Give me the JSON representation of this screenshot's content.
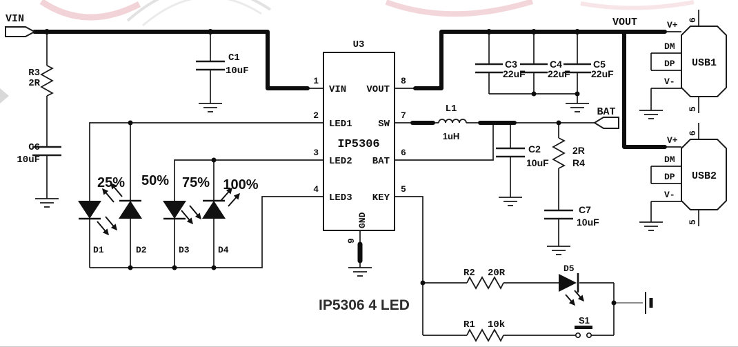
{
  "diagram": {
    "caption": "IP5306 4 LED"
  },
  "nets": {
    "vin": "VIN",
    "vout": "VOUT",
    "bat": "BAT"
  },
  "ic": {
    "ref": "U3",
    "part": "IP5306",
    "left_pins": [
      {
        "num": "1",
        "name": "VIN"
      },
      {
        "num": "2",
        "name": "LED1"
      },
      {
        "num": "3",
        "name": "LED2"
      },
      {
        "num": "4",
        "name": "LED3"
      }
    ],
    "right_pins": [
      {
        "num": "8",
        "name": "VOUT"
      },
      {
        "num": "7",
        "name": "SW"
      },
      {
        "num": "6",
        "name": "BAT"
      },
      {
        "num": "5",
        "name": "KEY"
      }
    ],
    "bottom_pin": {
      "num": "9",
      "name": "GND"
    }
  },
  "components": {
    "r3": {
      "ref": "R3",
      "value": "2R"
    },
    "c6": {
      "ref": "C6",
      "value": "10uF"
    },
    "c1": {
      "ref": "C1",
      "value": "10uF"
    },
    "c3": {
      "ref": "C3",
      "value": "22uF"
    },
    "c4": {
      "ref": "C4",
      "value": "22uF"
    },
    "c5": {
      "ref": "C5",
      "value": "22uF"
    },
    "l1": {
      "ref": "L1",
      "value": "1uH"
    },
    "c2": {
      "ref": "C2",
      "value": "10uF"
    },
    "r4": {
      "ref": "R4",
      "value": "2R"
    },
    "c7": {
      "ref": "C7",
      "value": "10uF"
    },
    "r2": {
      "ref": "R2",
      "value": "20R"
    },
    "r1": {
      "ref": "R1",
      "value": "10k"
    },
    "d5": {
      "ref": "D5"
    },
    "s1": {
      "ref": "S1"
    }
  },
  "leds": [
    {
      "ref": "D1",
      "percent": "25%"
    },
    {
      "ref": "D2",
      "percent": "50%"
    },
    {
      "ref": "D3",
      "percent": "75%"
    },
    {
      "ref": "D4",
      "percent": "100%"
    }
  ],
  "usb": [
    {
      "name": "USB1",
      "pin_top": "6",
      "pin_bottom": "5",
      "pins": {
        "vplus": "V+",
        "dm": "DM",
        "dp": "DP",
        "vminus": "V-"
      }
    },
    {
      "name": "USB2",
      "pin_top": "6",
      "pin_bottom": "5",
      "pins": {
        "vplus": "V+",
        "dm": "DM",
        "dp": "DP",
        "vminus": "V-"
      }
    }
  ]
}
